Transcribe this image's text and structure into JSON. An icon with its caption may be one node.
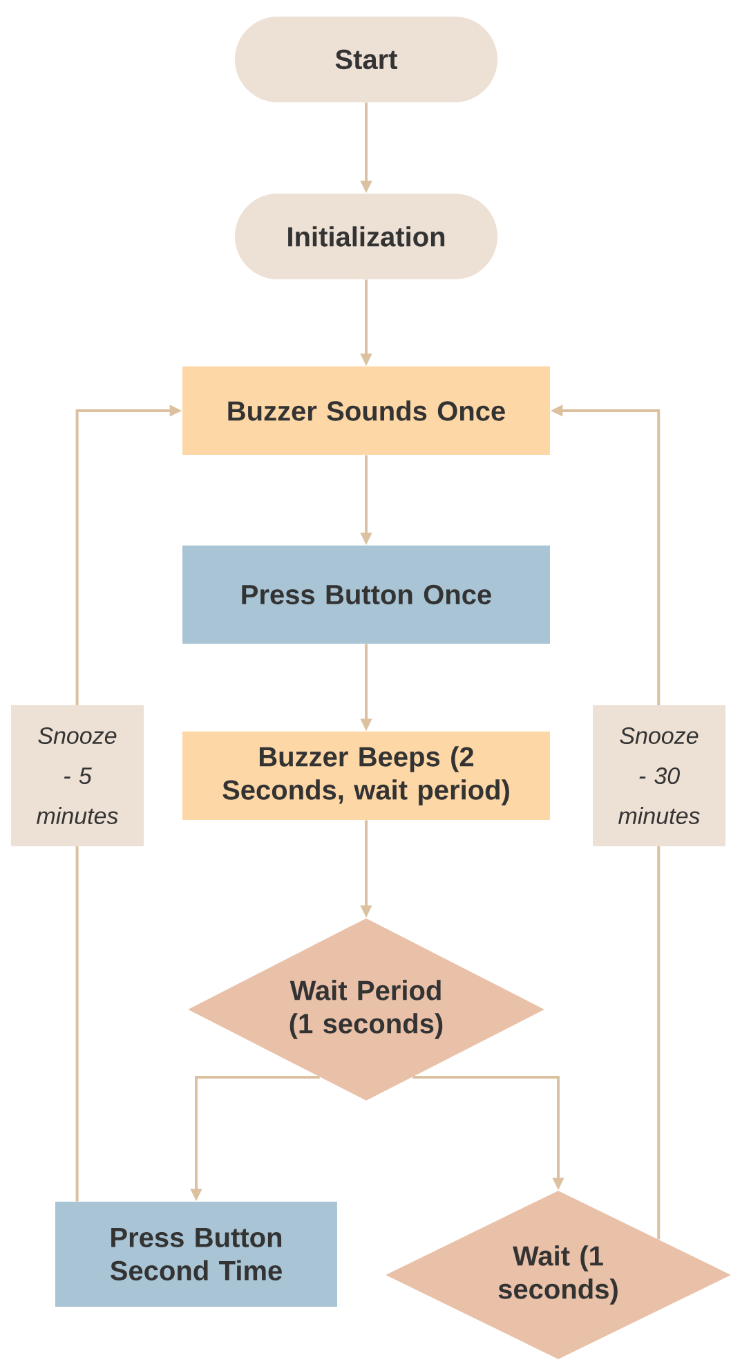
{
  "diagram": {
    "nodes": [
      {
        "text": [
          "Start"
        ]
      },
      {
        "text": [
          "Initialization"
        ]
      },
      {
        "text": [
          "Buzzer Sounds Once"
        ]
      },
      {
        "text": [
          "Press Button Once"
        ]
      },
      {
        "text": [
          "Buzzer Beeps (2 Seconds, wait period)"
        ]
      },
      {
        "text": [
          "Wait Period (1 seconds)"
        ]
      },
      {
        "text": [
          "Press Button Second Time"
        ]
      },
      {
        "text": [
          "Wait (1 seconds)"
        ]
      }
    ],
    "edges": [
      {
        "from": 0,
        "to": 1,
        "arrow": "to"
      },
      {
        "from": 1,
        "to": 2,
        "arrow": "to"
      },
      {
        "from": 2,
        "to": 3,
        "arrow": "to"
      },
      {
        "from": 3,
        "to": 4,
        "arrow": "to"
      },
      {
        "from": 4,
        "to": 5,
        "arrow": "to"
      },
      {
        "from": 5,
        "to": 6,
        "arrow": "to"
      },
      {
        "from": 5,
        "to": 7,
        "arrow": "to"
      },
      {
        "from": 6,
        "to": 2,
        "arrow": "to",
        "label": "Snooze - 5 minutes"
      },
      {
        "from": 7,
        "to": 2,
        "arrow": "to",
        "label": "Snooze - 30 minutes"
      }
    ]
  }
}
